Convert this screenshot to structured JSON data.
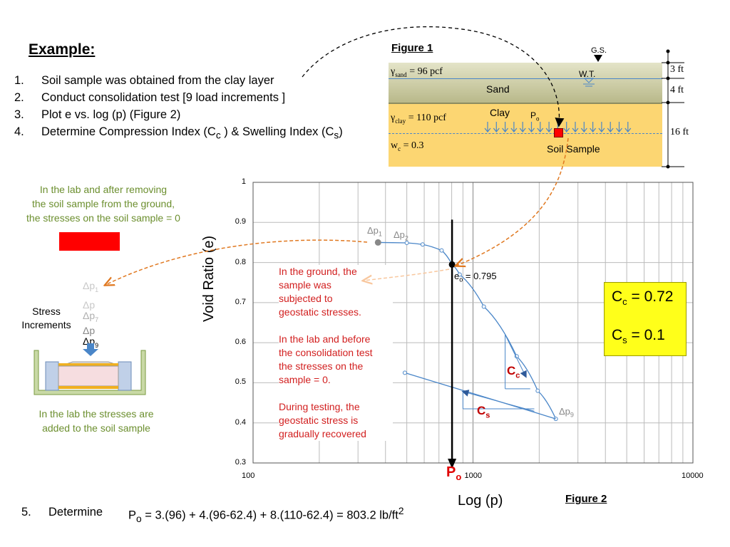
{
  "title": "Example:",
  "steps": [
    {
      "num": "1.",
      "text": "Soil sample was obtained from the clay layer"
    },
    {
      "num": "2.",
      "text": "Conduct  consolidation test [9 load increments ]"
    },
    {
      "num": "3.",
      "text": "Plot   e  vs. log (p)  (Figure 2)"
    },
    {
      "num": "4.",
      "text_before": "Determine Compression Index (C",
      "sub1": "c",
      "text_mid": " ) & Swelling Index (C",
      "sub2": "s",
      "text_after": ")"
    }
  ],
  "step5": {
    "num": "5.",
    "label": "Determine",
    "formula_p": "P",
    "formula_sub": "o",
    "formula_text": " = 3.(96) + 4.(96-62.4) + 8.(110-62.4) = 803.2 lb/ft",
    "formula_sup": "2"
  },
  "left_panel": {
    "note_top": [
      "In the lab and after removing",
      "the soil sample from the ground,",
      "the stresses on the soil sample  = 0"
    ],
    "stress_label": [
      "Stress",
      "Increments"
    ],
    "dp_labels": [
      {
        "text": "Δp",
        "sub": "1",
        "color": "#c8c8c8"
      },
      {
        "text": "Δp",
        "sub": "",
        "color": "#c8c8c8"
      },
      {
        "text": "Δp",
        "sub": "7",
        "color": "#b0b0b0"
      },
      {
        "text": "Δp",
        "sub": "",
        "color": "#888888"
      },
      {
        "text": "Δp",
        "sub": "9",
        "color": "#000000"
      }
    ],
    "note_bottom": [
      "In the lab the stresses are",
      "added to the soil sample"
    ]
  },
  "figure1": {
    "label": "Figure 1",
    "gs": "G.S.",
    "wt": "W.T.",
    "gamma_sand": {
      "sym": "γ",
      "sub": "sand",
      "rest": " = 96 pcf"
    },
    "sand": "Sand",
    "gamma_clay": {
      "sym": "γ",
      "sub": "clay",
      "rest": " = 110 pcf"
    },
    "clay": "Clay",
    "po": {
      "p": "P",
      "sub": "o"
    },
    "wc": {
      "w": "w",
      "sub": "c",
      "rest": "   = 0.3"
    },
    "soil_sample": "Soil Sample",
    "dims": [
      "3 ft",
      "4 ft",
      "16 ft"
    ],
    "colors": {
      "sand": "#c9c99a",
      "clay": "#fcd672",
      "water_line": "#4a86c8",
      "sample": "#ff0000"
    }
  },
  "figure2": {
    "label": "Figure 2",
    "ylabel": "Void Ratio (e)",
    "xlabel": "Log (p)",
    "yticks": [
      "1",
      "0.9",
      "0.8",
      "0.7",
      "0.6",
      "0.5",
      "0.4",
      "0.3"
    ],
    "xticks": [
      "100",
      "1000",
      "10000"
    ],
    "po_marker": {
      "p": "P",
      "sub": "o"
    },
    "eo": {
      "e": "e",
      "sub": "o",
      "rest": " = 0.795"
    },
    "dp1": {
      "text": "Δp",
      "sub": "1"
    },
    "dp2": {
      "text": "Δp",
      "sub": "2"
    },
    "dp9": {
      "text": "Δp",
      "sub": "9"
    },
    "cc": {
      "c": "C",
      "sub": "c"
    },
    "cs": {
      "c": "C",
      "sub": "s"
    },
    "red_notes": [
      "In the ground, the",
      "sample was",
      "subjected to",
      "geostatic stresses.",
      "",
      "In the lab and before",
      "the consolidation test",
      "the stresses on the",
      "sample = 0.",
      "",
      "During testing, the",
      "geostatic stress is",
      "gradually recovered"
    ]
  },
  "result_box": {
    "cc": {
      "c": "C",
      "sub": "c",
      "rest": " = 0.72"
    },
    "cs": {
      "c": "C",
      "sub": "s",
      "rest": " = 0.1"
    },
    "bg": "#ffff1a"
  },
  "chart_data": {
    "type": "line",
    "xscale": "log",
    "xlim": [
      100,
      10000
    ],
    "ylim": [
      0.3,
      1.0
    ],
    "xlabel": "Log (p)",
    "ylabel": "Void Ratio (e)",
    "grid": true,
    "series": [
      {
        "name": "loading",
        "x": [
          370,
          500,
          590,
          720,
          803,
          870,
          1120,
          1580,
          1970,
          2380
        ],
        "y": [
          0.85,
          0.849,
          0.845,
          0.83,
          0.795,
          0.77,
          0.69,
          0.566,
          0.48,
          0.41
        ]
      },
      {
        "name": "unloading",
        "x": [
          490,
          2380
        ],
        "y": [
          0.525,
          0.41
        ]
      }
    ],
    "markers": {
      "po_x": 803,
      "eo": 0.795
    },
    "line_color": "#4a86c8"
  }
}
